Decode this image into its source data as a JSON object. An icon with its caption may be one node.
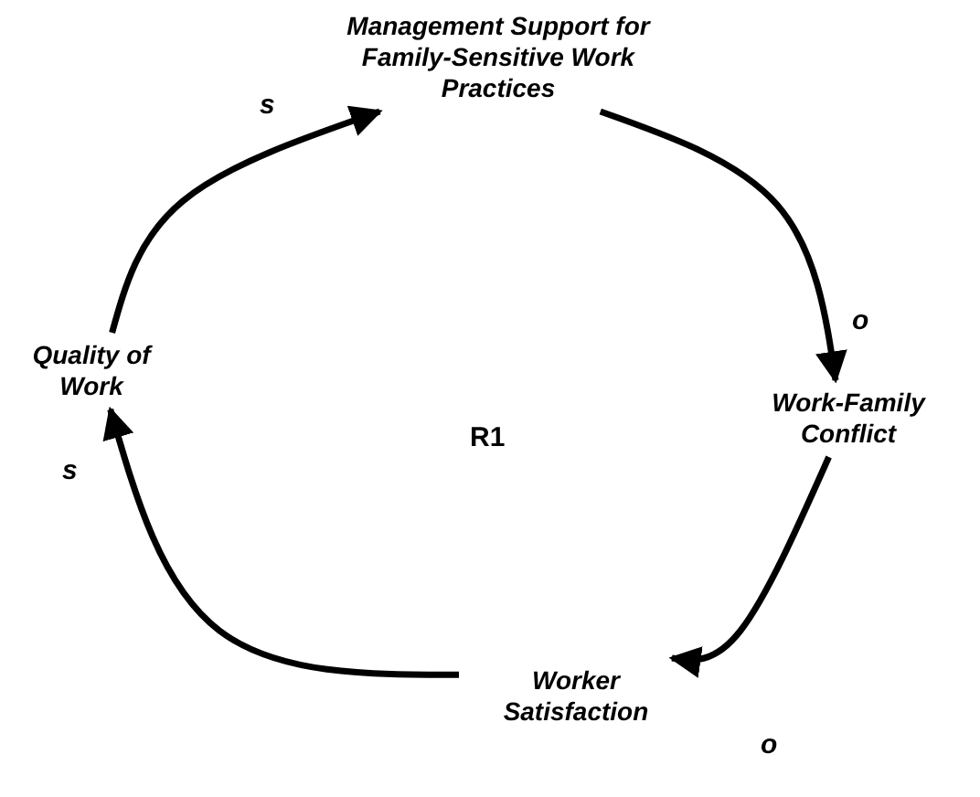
{
  "diagram": {
    "nodes": [
      {
        "text": [
          "Management Support for Family-Sensitive Work Practices"
        ]
      },
      {
        "text": [
          "Work-Family Conflict"
        ]
      },
      {
        "text": [
          "Worker Satisfaction"
        ]
      },
      {
        "text": [
          "Quality of Work"
        ]
      }
    ],
    "edges": [
      {
        "from": 0,
        "to": 1,
        "arrow": "to",
        "label": "o"
      },
      {
        "from": 1,
        "to": 2,
        "arrow": "to",
        "label": "o"
      },
      {
        "from": 2,
        "to": 3,
        "arrow": "to",
        "label": "s"
      },
      {
        "from": 3,
        "to": 0,
        "arrow": "to",
        "label": "s"
      }
    ],
    "labels": [
      "R1"
    ]
  }
}
